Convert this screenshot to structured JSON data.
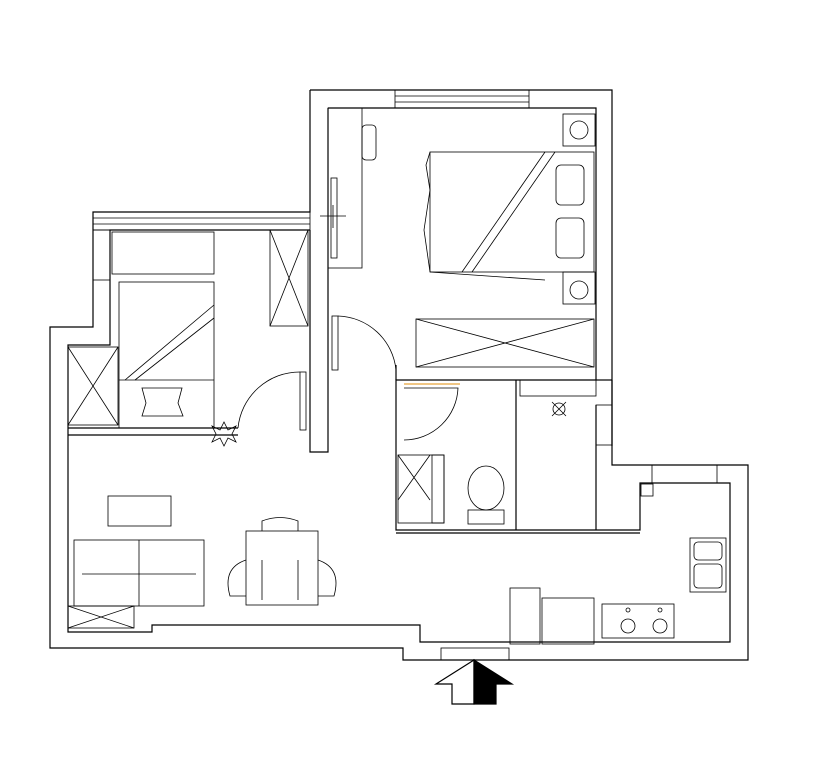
{
  "plan": {
    "colors": {
      "line": "#000000",
      "background": "#ffffff",
      "accent": "#e8a33a"
    },
    "rooms": [
      "master-bedroom",
      "second-bedroom",
      "living-room",
      "bathroom",
      "kitchen"
    ],
    "entrance_arrow_icon": "entrance-arrow-icon"
  }
}
